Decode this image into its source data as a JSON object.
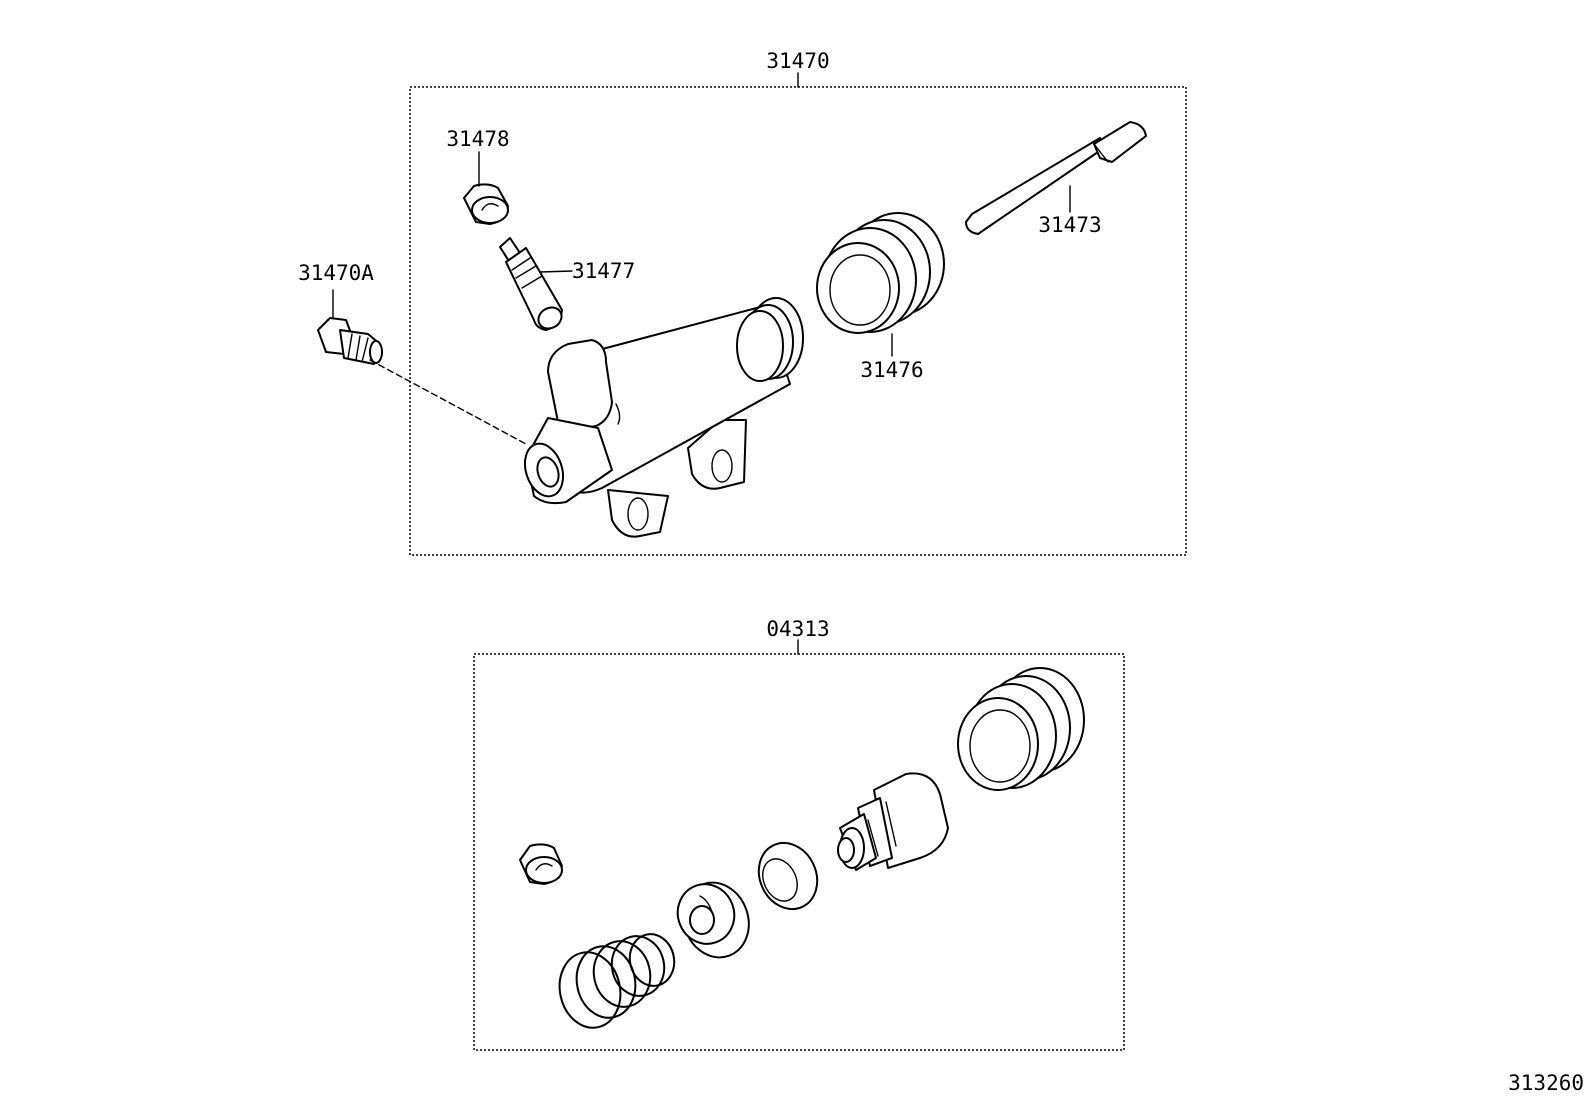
{
  "groups": {
    "upper": {
      "label": "31470"
    },
    "lower": {
      "label": "04313"
    }
  },
  "callouts": {
    "bleeder_cap": "31478",
    "bleeder_plug": "31477",
    "bolt": "31470A",
    "push_rod": "31473",
    "boot": "31476"
  },
  "figure_number": "313260"
}
